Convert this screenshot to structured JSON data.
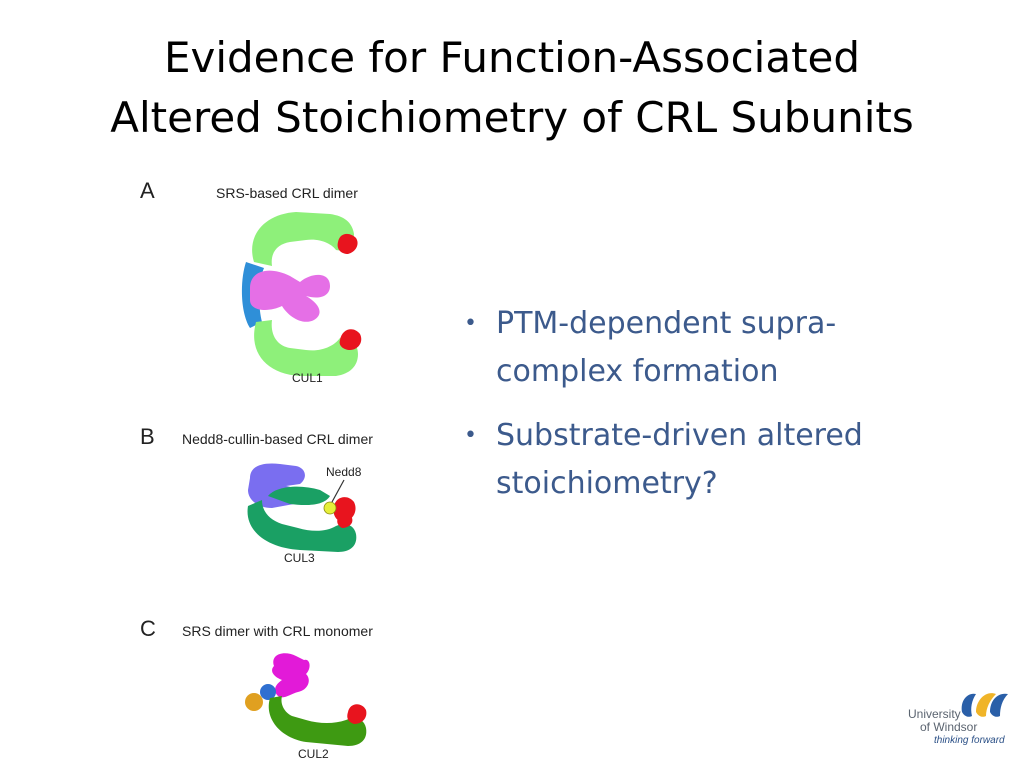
{
  "slide": {
    "title_line1": "Evidence for Function-Associated",
    "title_line2": "Altered Stoichiometry of CRL Subunits"
  },
  "bullets": [
    {
      "text_line1": "PTM-dependent supra-",
      "text_line2": "complex formation"
    },
    {
      "text_line1": "Substrate-driven altered",
      "text_line2": "stoichiometry?"
    }
  ],
  "figure": {
    "panel_a": {
      "letter": "A",
      "caption": "SRS-based CRL dimer",
      "label": "CUL1"
    },
    "panel_b": {
      "letter": "B",
      "caption": "Nedd8-cullin-based CRL dimer",
      "label": "CUL3",
      "callout": "Nedd8"
    },
    "panel_c": {
      "letter": "C",
      "caption": "SRS dimer with CRL monomer",
      "label": "CUL2"
    }
  },
  "logo": {
    "line1": "University",
    "line2": "of Windsor",
    "tagline": "thinking forward"
  },
  "colors": {
    "title": "#000000",
    "bullet_text": "#3c5a8c",
    "light_green": "#8ef07a",
    "dark_green": "#1aa064",
    "olive_green": "#3e9a12",
    "red": "#e8141e",
    "pink": "#e56fe6",
    "magenta": "#e21ad8",
    "blue": "#2f8fd8",
    "purple": "#7a6ef0",
    "yellow": "#e6ef3a",
    "orange": "#e0a020"
  }
}
